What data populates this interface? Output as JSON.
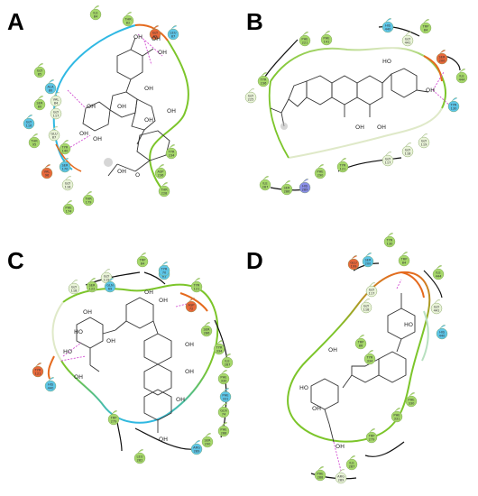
{
  "panels": [
    {
      "label": "A",
      "residues": [
        {
          "name": "ILE",
          "num": "84"
        },
        {
          "name": "THR",
          "num": "82"
        },
        {
          "name": "GLY",
          "num": "89"
        },
        {
          "name": "LEU",
          "num": "87"
        },
        {
          "name": "GLY",
          "num": "85"
        },
        {
          "name": "ALA",
          "num": "80"
        },
        {
          "name": "SER",
          "num": "80"
        },
        {
          "name": "VAL",
          "num": "84"
        },
        {
          "name": "GLY",
          "num": "117"
        },
        {
          "name": "GLY",
          "num": "116"
        },
        {
          "name": "GLU",
          "num": "87"
        },
        {
          "name": "THR",
          "num": "95"
        },
        {
          "name": "TYR",
          "num": "140"
        },
        {
          "name": "SER",
          "num": "170"
        },
        {
          "name": "VAL",
          "num": "96"
        },
        {
          "name": "GLY",
          "num": "118"
        },
        {
          "name": "PHE",
          "num": "174"
        },
        {
          "name": "THR",
          "num": "179"
        },
        {
          "name": "TYR",
          "num": "234"
        },
        {
          "name": "ASP",
          "num": "236"
        },
        {
          "name": "THR",
          "num": "228"
        }
      ],
      "atoms": [
        "OH",
        "OH",
        "OH",
        "OH",
        "OH",
        "OH",
        "OH",
        "OH",
        "OH",
        "OH",
        "O",
        "OH"
      ]
    },
    {
      "label": "B",
      "residues": [
        {
          "name": "PHE",
          "num": "221"
        },
        {
          "name": "PHE",
          "num": "141"
        },
        {
          "name": "TYR",
          "num": "236"
        },
        {
          "name": "GLY",
          "num": "225"
        },
        {
          "name": "HIS",
          "num": "440"
        },
        {
          "name": "GLY",
          "num": "441"
        },
        {
          "name": "TRP",
          "num": "84"
        },
        {
          "name": "SER",
          "num": "200"
        },
        {
          "name": "ILE",
          "num": "444"
        },
        {
          "name": "TYR",
          "num": "130"
        },
        {
          "name": "GLY",
          "num": "118"
        },
        {
          "name": "GLY",
          "num": "117"
        },
        {
          "name": "GLY",
          "num": "119"
        },
        {
          "name": "TYR",
          "num": "121"
        },
        {
          "name": "PHE",
          "num": "290"
        },
        {
          "name": "ILE",
          "num": "287"
        },
        {
          "name": "SER",
          "num": "286"
        },
        {
          "name": "HIS",
          "num": "289"
        }
      ],
      "atoms": [
        "HO",
        "OH",
        "OH",
        "OH"
      ]
    },
    {
      "label": "C",
      "residues": [
        {
          "name": "TRP",
          "num": "84"
        },
        {
          "name": "GLY",
          "num": "119"
        },
        {
          "name": "SER",
          "num": "81"
        },
        {
          "name": "GLY",
          "num": "118"
        },
        {
          "name": "SER",
          "num": "122"
        },
        {
          "name": "GLN",
          "num": "69"
        },
        {
          "name": "TYR",
          "num": "121"
        },
        {
          "name": "ASP",
          "num": "72"
        },
        {
          "name": "SER",
          "num": "286"
        },
        {
          "name": "TYR",
          "num": "334"
        },
        {
          "name": "ILE",
          "num": "287"
        },
        {
          "name": "PHE",
          "num": "330"
        },
        {
          "name": "PHE",
          "num": "331"
        },
        {
          "name": "GLN",
          "num": "74"
        },
        {
          "name": "TYR",
          "num": "121"
        },
        {
          "name": "HIS",
          "num": "440"
        },
        {
          "name": "PHE",
          "num": "288"
        },
        {
          "name": "TRP",
          "num": "279"
        },
        {
          "name": "ARG",
          "num": "289"
        },
        {
          "name": "SER",
          "num": "290"
        },
        {
          "name": "TYR",
          "num": "70"
        },
        {
          "name": "LEU",
          "num": "282"
        }
      ],
      "atoms": [
        "OH",
        "HO",
        "OH",
        "HO",
        "OH",
        "OH",
        "OH",
        "OH",
        "OH",
        "OH",
        "OH"
      ]
    },
    {
      "label": "D",
      "residues": [
        {
          "name": "SER",
          "num": "200"
        },
        {
          "name": "TYR",
          "num": "130"
        },
        {
          "name": "TRP",
          "num": "84"
        },
        {
          "name": "GLU",
          "num": "199"
        },
        {
          "name": "ILE",
          "num": "444"
        },
        {
          "name": "GLY",
          "num": "117"
        },
        {
          "name": "GLY",
          "num": "441"
        },
        {
          "name": "GLY",
          "num": "118"
        },
        {
          "name": "HIS",
          "num": "440"
        },
        {
          "name": "TRP",
          "num": "86"
        },
        {
          "name": "TYR",
          "num": "334"
        },
        {
          "name": "PHE",
          "num": "330"
        },
        {
          "name": "PHE",
          "num": "331"
        },
        {
          "name": "TRP",
          "num": "279"
        },
        {
          "name": "ILE",
          "num": "287"
        },
        {
          "name": "ARG",
          "num": "289"
        },
        {
          "name": "PHE",
          "num": "288"
        }
      ],
      "atoms": [
        "HO",
        "OH",
        "HO",
        "OH",
        "OH"
      ]
    }
  ],
  "colors": {
    "hydrophobic": "#a6d86a",
    "polar": "#5ec6e8",
    "negative": "#e8683a",
    "positive": "#8a8fe8",
    "glycine": "#e9f3d8",
    "pocket_green": "#7cc52a",
    "pocket_cyan": "#2fb8e3",
    "pocket_orange": "#e56a1e",
    "hbond": "#d34fd3"
  }
}
